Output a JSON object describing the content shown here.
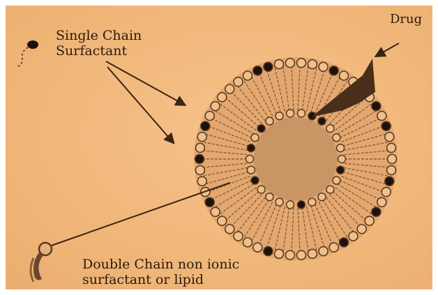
{
  "labels": {
    "single_chain_line1": "Single Chain",
    "single_chain_line2": "Surfactant",
    "drug": "Drug",
    "double_chain_line1": "Double Chain non ionic",
    "double_chain_line2": "surfactant or lipid"
  },
  "colors": {
    "background": "#f2b97c",
    "ink": "#2a1a0e",
    "core": "#c99564",
    "drug": "#4a2e1c"
  },
  "icons": [
    "single-chain-surfactant-icon",
    "double-chain-lipid-icon",
    "vesicle-diagram",
    "drug-wedge"
  ]
}
